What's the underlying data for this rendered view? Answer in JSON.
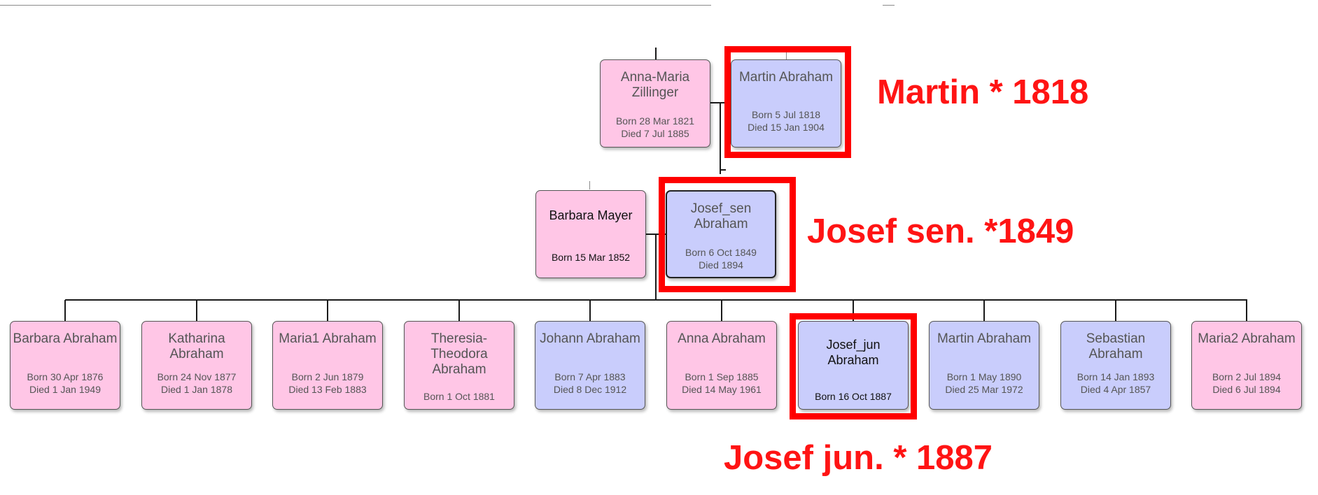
{
  "generations": {
    "grandparents": {
      "mother": {
        "name": "Anna-Maria Zillinger",
        "dates": [
          "Born 28 Mar 1821",
          "Died 7 Jul 1885"
        ]
      },
      "father": {
        "name": "Martin Abraham",
        "dates": [
          "Born 5 Jul 1818",
          "Died 15 Jan 1904"
        ]
      }
    },
    "parents": {
      "mother": {
        "name": "Barbara Mayer",
        "dates": [
          "Born 15 Mar 1852"
        ]
      },
      "father": {
        "name": "Josef_sen Abraham",
        "dates": [
          "Born 6 Oct 1849",
          "Died 1894"
        ]
      }
    },
    "children": [
      {
        "name": "Barbara Abraham",
        "sex": "female",
        "dates": [
          "Born 30 Apr 1876",
          "Died 1 Jan 1949"
        ]
      },
      {
        "name": "Katharina Abraham",
        "sex": "female",
        "dates": [
          "Born 24 Nov 1877",
          "Died 1 Jan 1878"
        ]
      },
      {
        "name": "Maria1 Abraham",
        "sex": "female",
        "dates": [
          "Born 2 Jun 1879",
          "Died 13 Feb 1883"
        ]
      },
      {
        "name": "Theresia-Theodora Abraham",
        "sex": "female",
        "dates": [
          "Born 1 Oct 1881"
        ]
      },
      {
        "name": "Johann Abraham",
        "sex": "male",
        "dates": [
          "Born 7 Apr 1883",
          "Died 8 Dec 1912"
        ]
      },
      {
        "name": "Anna Abraham",
        "sex": "female",
        "dates": [
          "Born 1 Sep 1885",
          "Died 14 May 1961"
        ]
      },
      {
        "name": "Josef_jun Abraham",
        "sex": "male",
        "dates": [
          "Born 16 Oct 1887"
        ]
      },
      {
        "name": "Martin Abraham",
        "sex": "male",
        "dates": [
          "Born 1 May 1890",
          "Died 25 Mar 1972"
        ]
      },
      {
        "name": "Sebastian Abraham",
        "sex": "male",
        "dates": [
          "Born 14 Jan 1893",
          "Died 4 Apr 1857"
        ]
      },
      {
        "name": "Maria2 Abraham",
        "sex": "female",
        "dates": [
          "Born 2 Jul 1894",
          "Died 6 Jul 1894"
        ]
      }
    ]
  },
  "annotations": {
    "martin": "Martin * 1818",
    "josef_sen": "Josef sen. *1849",
    "josef_jun": "Josef jun. * 1887"
  },
  "colors": {
    "female_card": "#ffc6e6",
    "male_card": "#c9cdfc",
    "highlight": "#ff0000",
    "annotation_text": "#ff1414"
  }
}
